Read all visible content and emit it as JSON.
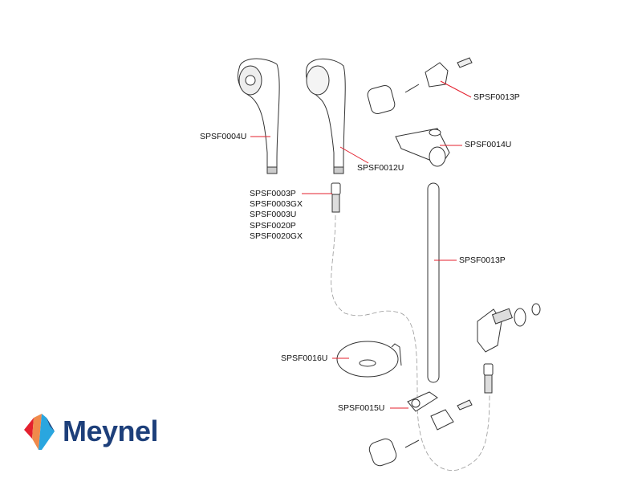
{
  "brand": {
    "name": "Meynel",
    "colors": {
      "navy": "#1d3f7a",
      "red": "#e4202e",
      "orange": "#f08a4b",
      "blue": "#2aa6df"
    }
  },
  "callout_color": "#e4202e",
  "parts": {
    "handset_a": "SPSF0004U",
    "handset_b": "SPSF0012U",
    "wall_bracket_top": "SPSF0013P",
    "slider": "SPSF0014U",
    "hose_options": [
      "SPSF0003P",
      "SPSF0003GX",
      "SPSF0003U",
      "SPSF0020P",
      "SPSF0020GX"
    ],
    "rail": "SPSF0013P",
    "soap_dish": "SPSF0016U",
    "bracket_spacer": "SPSF0015U"
  }
}
